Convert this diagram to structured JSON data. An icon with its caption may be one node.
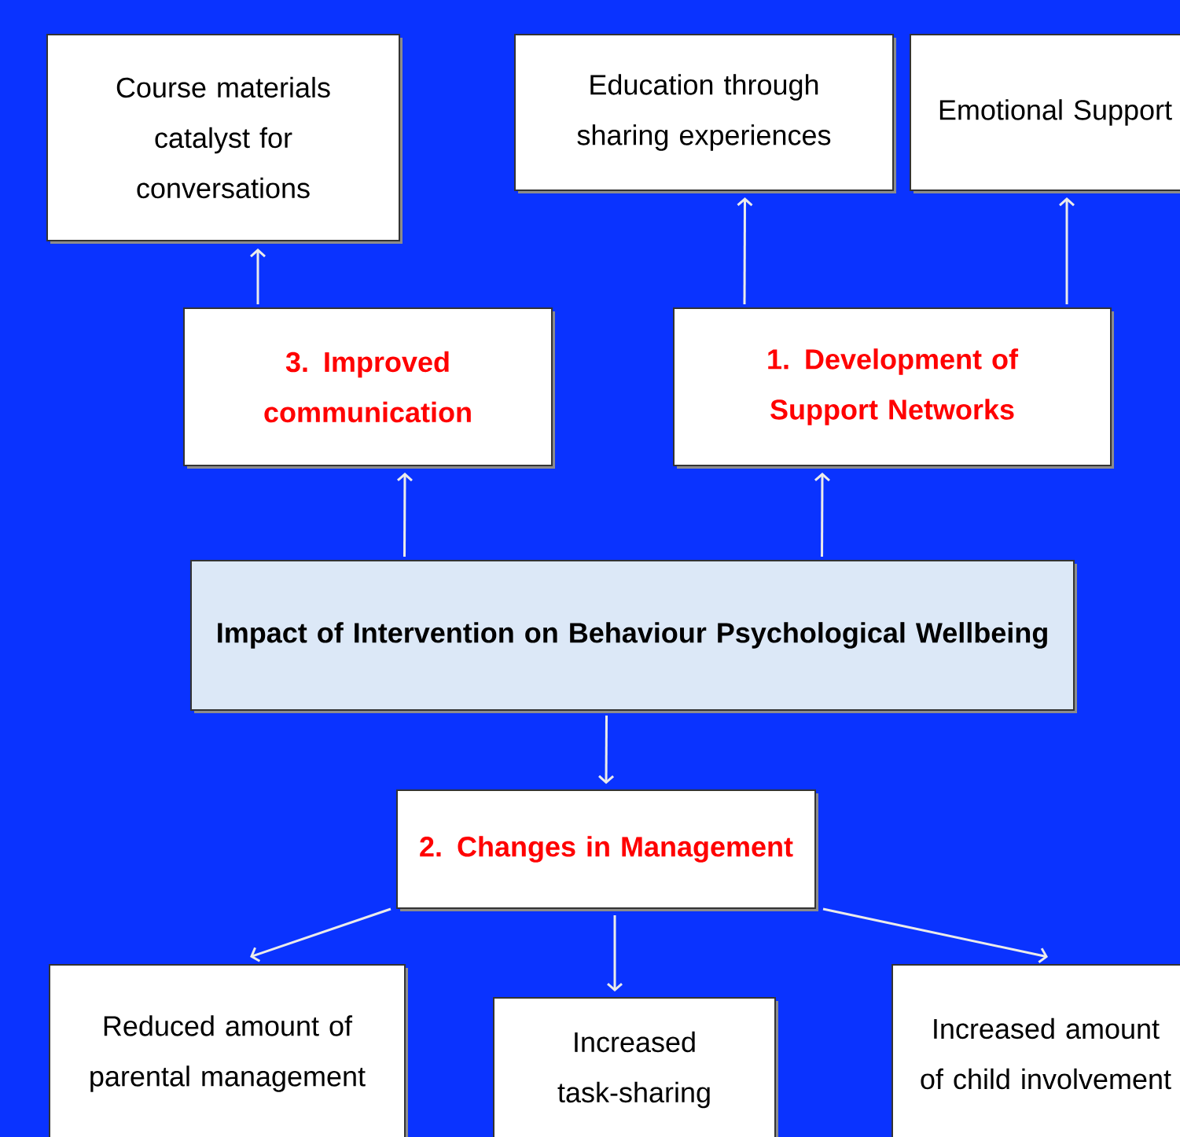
{
  "diagram": {
    "nodes": [
      {
        "text": [
          "Course materials catalyst for conversations"
        ]
      },
      {
        "text": [
          "Education through sharing experiences"
        ]
      },
      {
        "text": [
          "Emotional Support"
        ]
      },
      {
        "text": [
          "3. Improved communication"
        ]
      },
      {
        "text": [
          "1. Development of Support Networks"
        ]
      },
      {
        "text": [
          "Impact of Intervention on Behaviour Psychological Wellbeing"
        ]
      },
      {
        "text": [
          "2. Changes in Management"
        ]
      },
      {
        "text": [
          "Reduced amount of parental management"
        ]
      },
      {
        "text": [
          "Increased task-sharing"
        ]
      },
      {
        "text": [
          "Increased amount of child involvement"
        ]
      }
    ],
    "edges": [
      {
        "from": 3,
        "to": 0,
        "arrow": "to"
      },
      {
        "from": 4,
        "to": 1,
        "arrow": "to"
      },
      {
        "from": 4,
        "to": 2,
        "arrow": "to"
      },
      {
        "from": 5,
        "to": 3,
        "arrow": "to"
      },
      {
        "from": 5,
        "to": 4,
        "arrow": "to"
      },
      {
        "from": 5,
        "to": 6,
        "arrow": "to"
      },
      {
        "from": 6,
        "to": 7,
        "arrow": "to"
      },
      {
        "from": 6,
        "to": 8,
        "arrow": "to"
      },
      {
        "from": 6,
        "to": 9,
        "arrow": "to"
      }
    ]
  }
}
